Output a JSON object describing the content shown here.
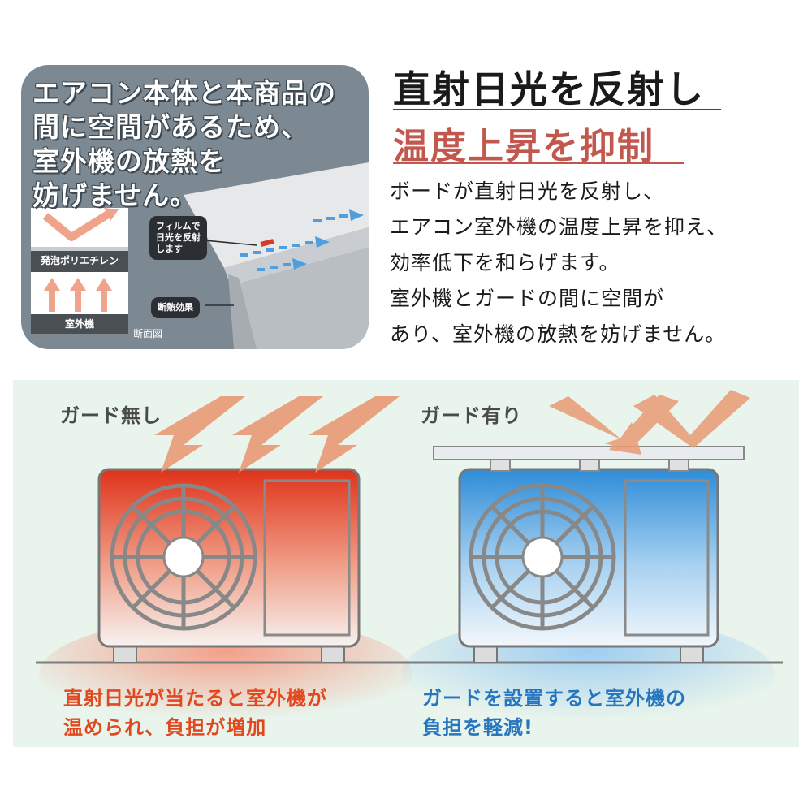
{
  "panel": {
    "lines": [
      "エアコン本体と本商品の",
      "間に空間があるため、",
      "室外機の放熱を",
      "妨げません。"
    ],
    "layer_foam": "発泡ポリエチレン",
    "layer_unit": "室外機",
    "callout_film": [
      "フィルムで",
      "日光を反射",
      "します"
    ],
    "callout_insulation": "断熱効果",
    "section_label": "断面図"
  },
  "heading": {
    "line1": "直射日光を反射し",
    "line2": "温度上昇を抑制"
  },
  "body": {
    "lines": [
      "ボードが直射日光を反射し、",
      "エアコン室外機の温度上昇を抑え、",
      "効率低下を和らげます。",
      "室外機とガードの間に空間が",
      "あり、室外機の放熱を妨げません。"
    ]
  },
  "compare": {
    "without_title": "ガード無し",
    "with_title": "ガード有り",
    "without_caption": [
      "直射日光が当たると室外機が",
      "温められ、負担が増加"
    ],
    "with_caption": [
      "ガードを設置すると室外機の",
      "負担を軽減!"
    ]
  },
  "colors": {
    "heat_red": "#e03a1c",
    "cool_blue": "#2f8fd8",
    "sun_arrow": "#e89a74",
    "heading_accent": "#c2574e"
  }
}
